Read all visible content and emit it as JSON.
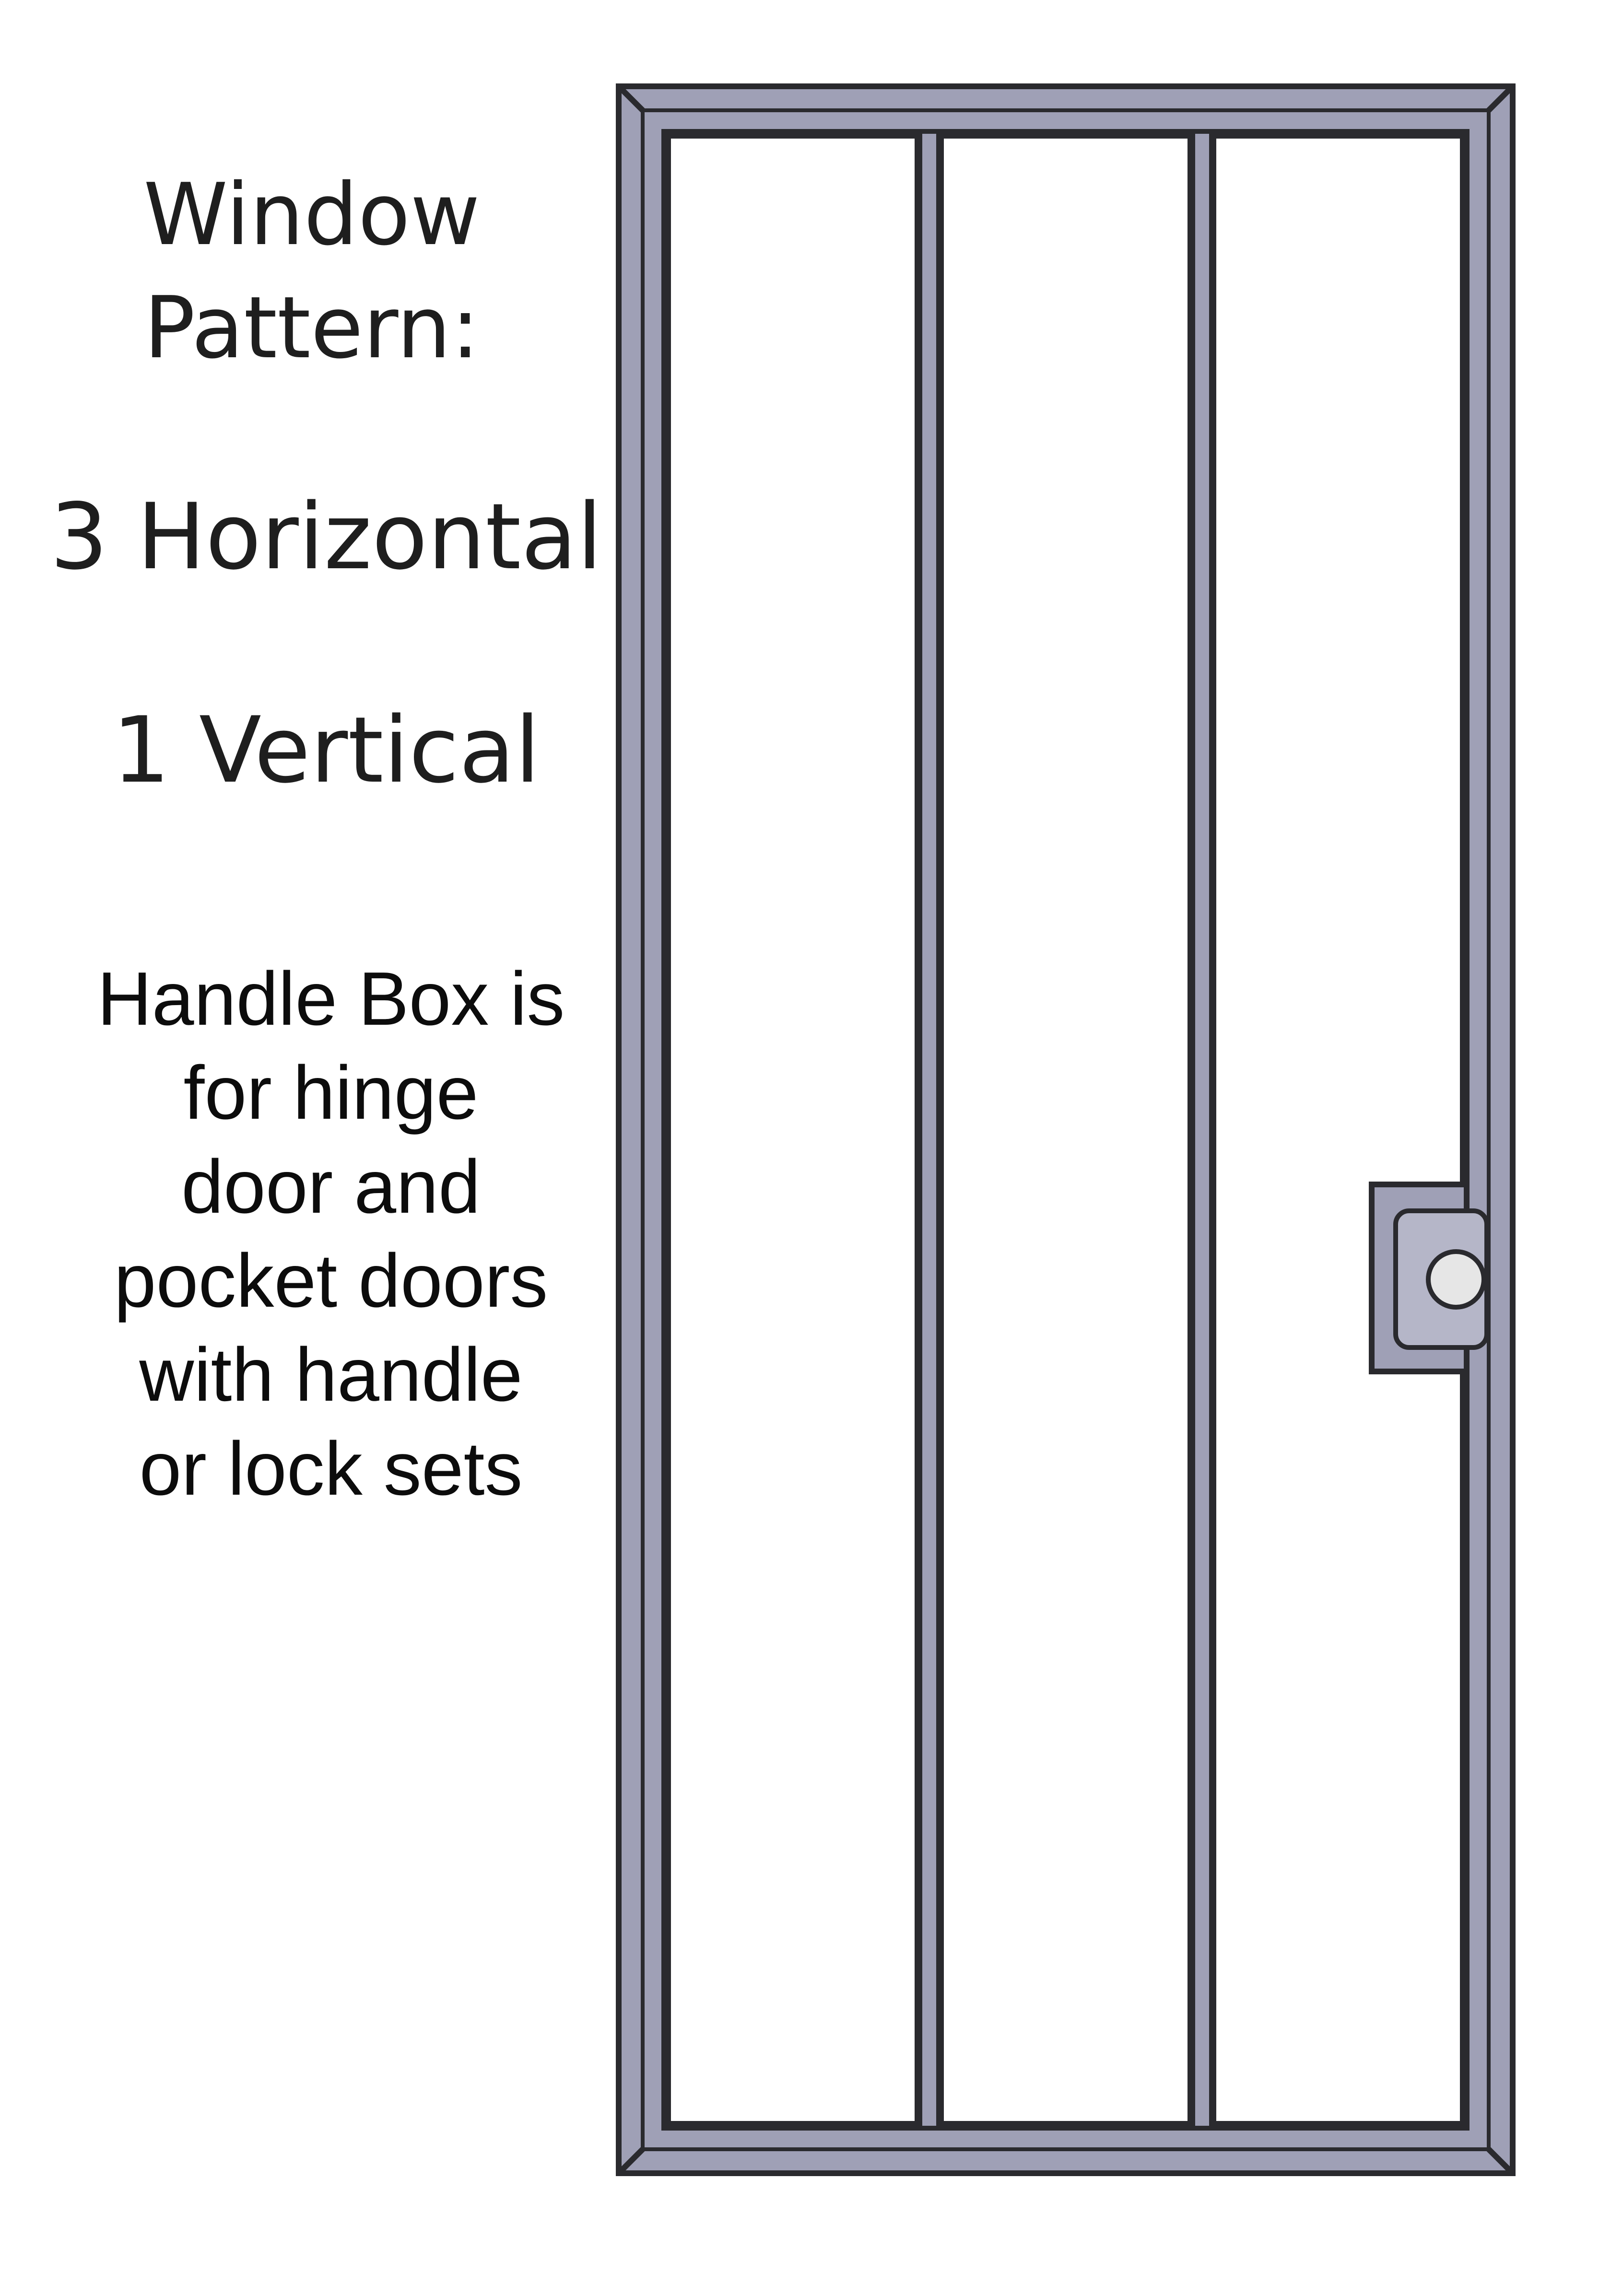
{
  "notes": {
    "pattern_title_lines": [
      "Window",
      "Pattern:"
    ],
    "horizontal": "3 Horizontal",
    "vertical": "1 Vertical",
    "handle_note_lines": [
      "Handle Box is",
      "for hinge",
      "door and",
      "pocket doors",
      "with handle",
      "or lock sets"
    ]
  },
  "colors": {
    "frame_fill": "#9fa0b6",
    "frame_outline": "#2a2a2e",
    "glass": "#ffffff",
    "text": "#1e1e1e"
  },
  "door": {
    "panels": 3,
    "handle_box": true
  }
}
